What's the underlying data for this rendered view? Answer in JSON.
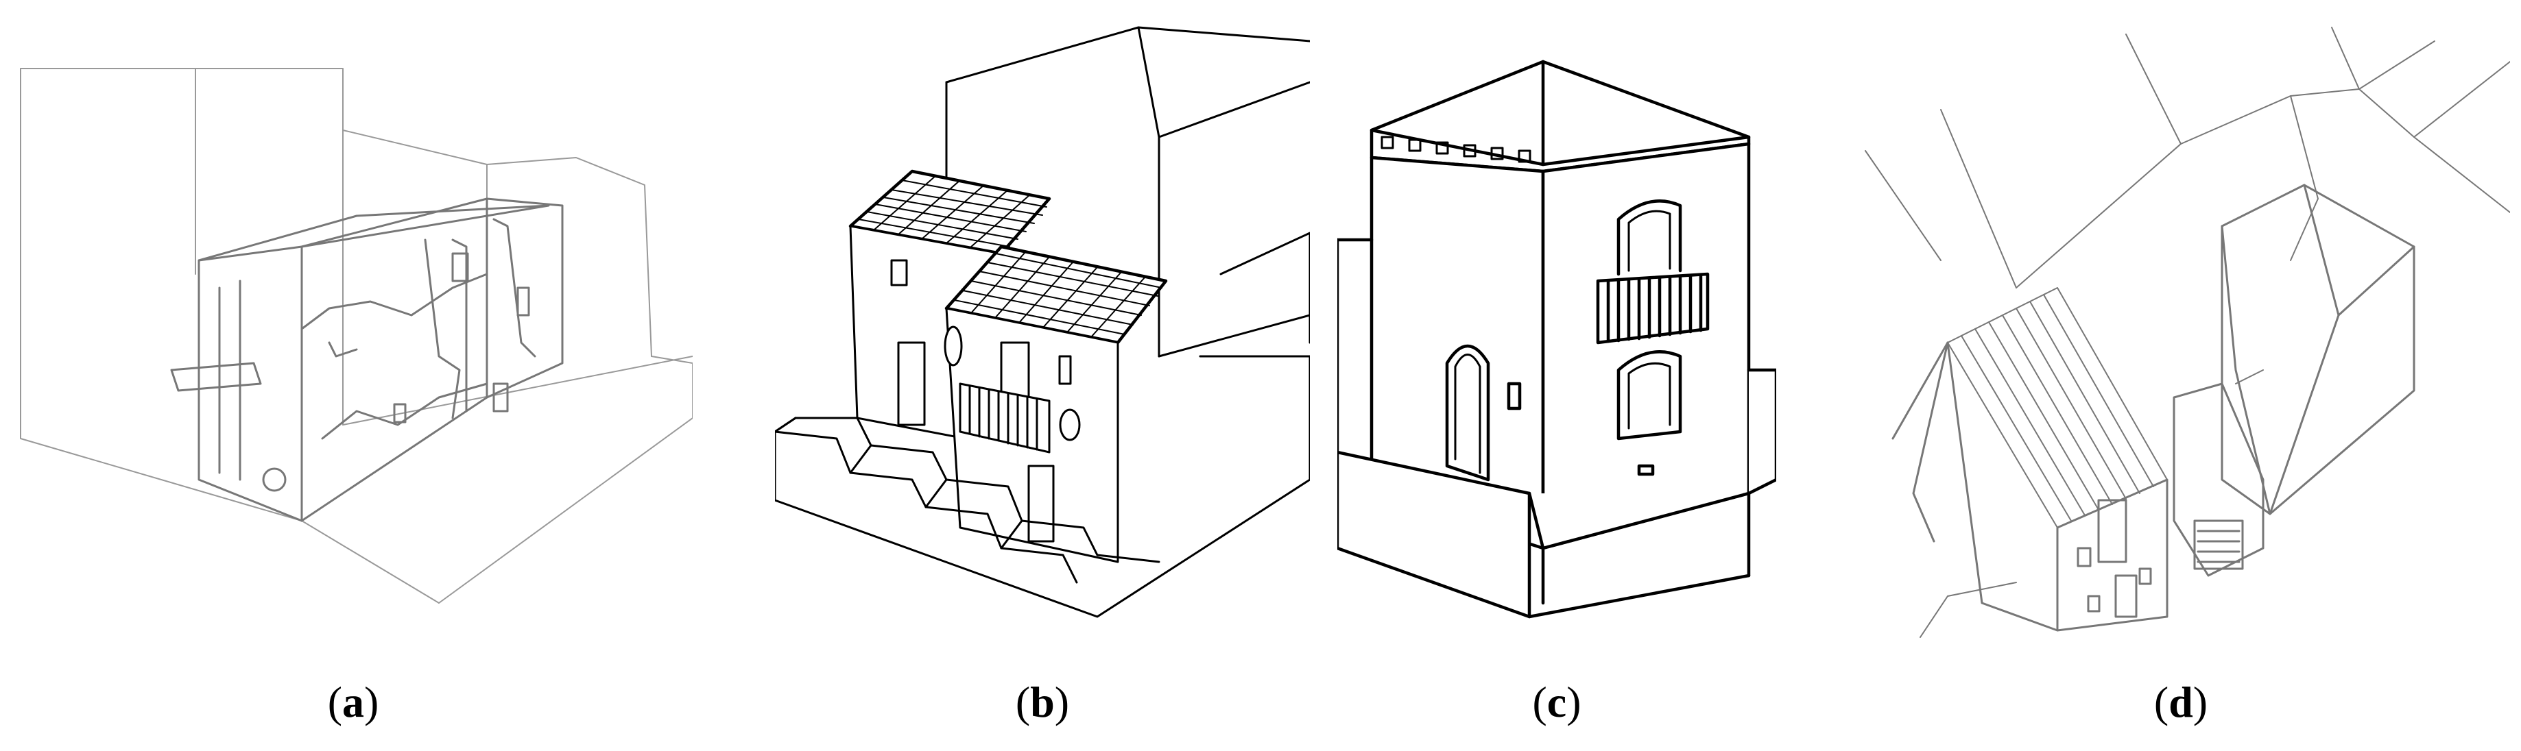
{
  "panels": [
    {
      "id": "a",
      "caption_open": "(",
      "caption_letter": "a",
      "caption_close": ")"
    },
    {
      "id": "b",
      "caption_open": "(",
      "caption_letter": "b",
      "caption_close": ")"
    },
    {
      "id": "c",
      "caption_open": "(",
      "caption_letter": "c",
      "caption_close": ")"
    },
    {
      "id": "d",
      "caption_open": "(",
      "caption_letter": "d",
      "caption_close": ")"
    }
  ]
}
